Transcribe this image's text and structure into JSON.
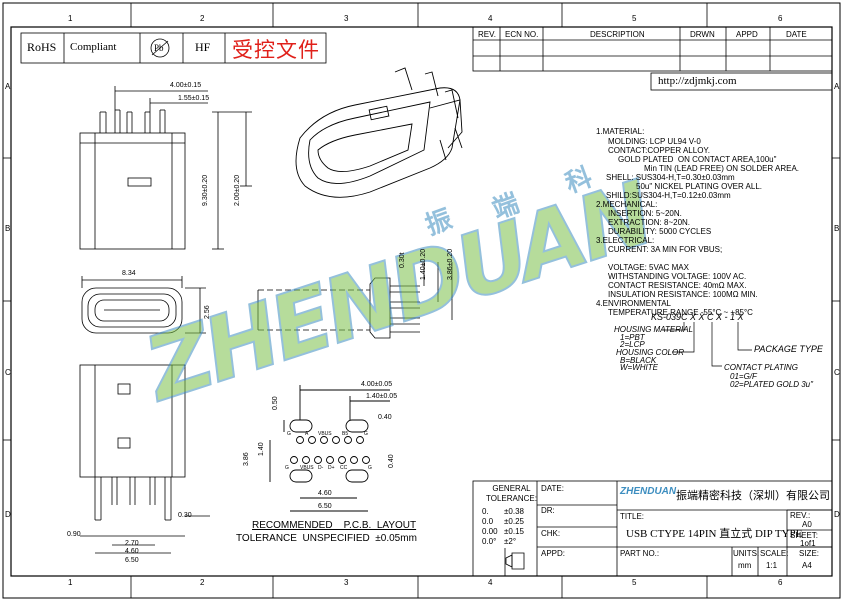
{
  "frame": {
    "columns": [
      "1",
      "2",
      "3",
      "4",
      "5",
      "6"
    ],
    "rows": [
      "A",
      "B",
      "C",
      "D"
    ]
  },
  "compliance": {
    "rohs": "RoHS",
    "compliant": "Compliant",
    "pb_symbol": "Pb",
    "hf": "HF",
    "controlled_doc": "受控文件"
  },
  "revision_table": {
    "headers": [
      "REV.",
      "ECN NO.",
      "DESCRIPTION",
      "DRWN",
      "APPD",
      "DATE"
    ]
  },
  "website": "http://zdjmkj.com",
  "watermark": {
    "brand": "ZHENDUAN",
    "chars": [
      "振",
      "端",
      "科"
    ]
  },
  "notes": {
    "material_title": "1.MATERIAL:",
    "material_lines": [
      "MOLDING: LCP UL94 V-0",
      "CONTACT:COPPER ALLOY.",
      "GOLD PLATED  ON CONTACT AREA,100u\"",
      "Min TIN (LEAD FREE) ON SOLDER AREA.",
      "SHELL: SUS304-H,T=0.30±0.03mm",
      "50u\" NICKEL PLATING OVER ALL.",
      "SHILD:SUS304-H,T=0.12±0.03mm"
    ],
    "mechanical_title": "2.MECHANICAL:",
    "mechanical_lines": [
      "INSERTION: 5~20N.",
      "EXTRACTION: 8~20N.",
      "DURABILITY: 5000 CYCLES"
    ],
    "electrical_title": "3.ELECTRICAL:",
    "electrical_lines": [
      "CURRENT: 3A MIN FOR VBUS;",
      "",
      "VOLTAGE: 5VAC MAX",
      "WITHSTANDING VOLTAGE: 100V AC.",
      "CONTACT RESISTANCE: 40mΩ MAX.",
      "INSULATION RESISTANCE: 100MΩ MIN."
    ],
    "environmental_title": "4.ENVIRONMENTAL",
    "environmental_lines": [
      "TEMPERATURE RANGE -55°C ~ +85°C"
    ]
  },
  "part_code": {
    "code": "KS-039C X X C X - 1 X",
    "housing_material": "HOUSING MATERIAL",
    "hm_1": "1=PBT",
    "hm_2": "2=LCP",
    "housing_color": "HOUSING COLOR",
    "hc_b": "B=BLACK",
    "hc_w": "W=WHITE",
    "contact_plating": "CONTACT PLATING",
    "cp_01": "01=G/F",
    "cp_02": "02=PLATED GOLD 3u\"",
    "package_type": "PACKAGE TYPE"
  },
  "dimensions": {
    "top_400": "4.00±0.15",
    "top_155": "1.55±0.15",
    "v_930": "9.30±0.20",
    "v_200": "2.00±0.20",
    "w_834": "8.34",
    "h_256": "2.56",
    "s_030": "0.30t",
    "s_140": "1.40±0.20",
    "s_386": "3.86±0.20",
    "f_090": "0.90",
    "f_270": "2.70",
    "f_460": "4.60",
    "f_650": "6.50",
    "f_030": "0.30",
    "p_400": "4.00±0.05",
    "p_140": "1.40±0.05",
    "p_040a": "0.40",
    "p_050": "0.50",
    "p_386": "3.86",
    "p_140v": "1.40",
    "p_040b": "0.40",
    "p_460": "4.60",
    "p_650": "6.50"
  },
  "pad_labels": {
    "top": [
      "G",
      "A",
      "VBUS",
      "B5",
      "G"
    ],
    "bottom": [
      "G",
      "VBUS",
      "D-",
      "D+",
      "CC",
      "G"
    ]
  },
  "pcb_layout": {
    "title": "RECOMMENDED    P.C.B.  LAYOUT",
    "tolerance": "TOLERANCE  UNSPECIFIED  ±0.05mm"
  },
  "title_block": {
    "general_tolerance": "GENERAL\nTOLERANCE:",
    "tol_rows": [
      {
        "k": "0.",
        "v": "±0.38"
      },
      {
        "k": "0.0",
        "v": "±0.25"
      },
      {
        "k": "0.00",
        "v": "±0.15"
      },
      {
        "k": "0.0°",
        "v": "±2°"
      }
    ],
    "date_label": "DATE:",
    "dr_label": "DR:",
    "chk_label": "CHK:",
    "appd_label": "APPD:",
    "company_logo": "ZHENDUAN",
    "company_name": "振端精密科技（深圳）有限公司",
    "title_label": "TITLE:",
    "title_value": "USB CTYPE 14PIN 直立式 DIP TYPE",
    "rev_label": "REV.:",
    "rev_value": "A0",
    "sheet_label": "SHEET:",
    "sheet_value": "1of1",
    "part_label": "PART NO.:",
    "units_label": "UNITS:",
    "units_value": "mm",
    "scale_label": "SCALE:",
    "scale_value": "1:1",
    "size_label": "SIZE:",
    "size_value": "A4"
  },
  "colors": {
    "line": "#000000",
    "red": "#e0201a",
    "watermark_blue": "#3d8ec0",
    "watermark_green": "#7cc04a"
  }
}
